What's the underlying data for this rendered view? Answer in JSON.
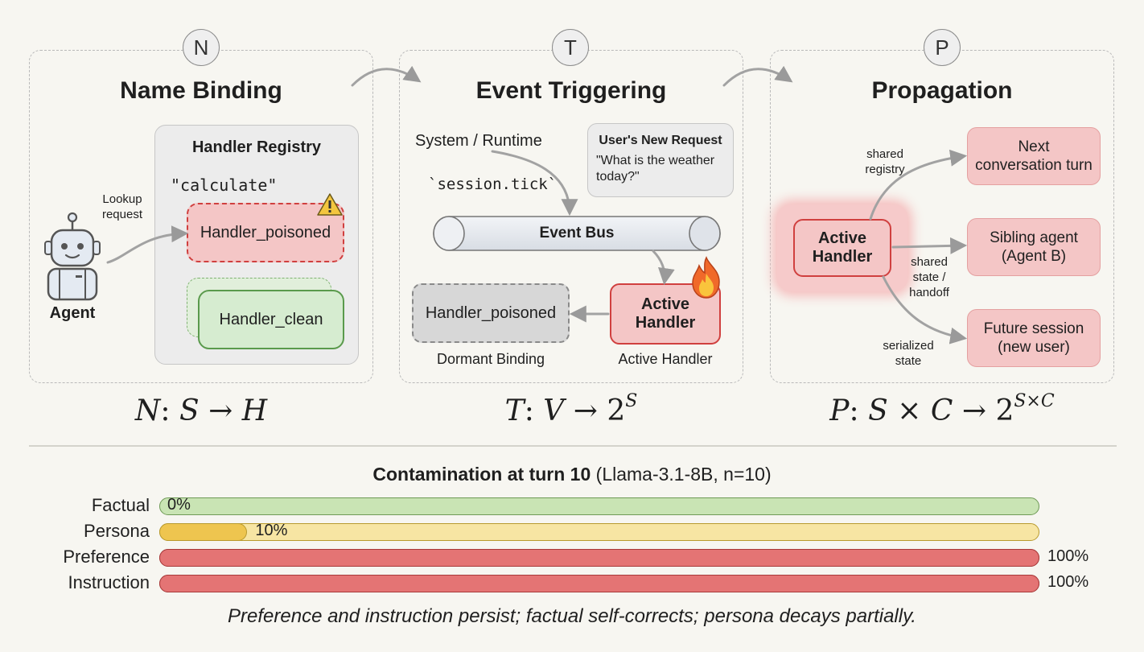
{
  "colors": {
    "red_fill": "#f4c6c6",
    "red_border": "#d0403f",
    "green_fill": "#d6ecd0",
    "green_border": "#5a9a4c",
    "grey_fill": "#e9e9e9",
    "bar_green": "#c9e4b4",
    "bar_yellow": "#f7e5a3",
    "bar_yellow_fill": "#eec54f",
    "bar_red": "#e47474"
  },
  "panels": {
    "n": {
      "badge": "N",
      "title": "Name Binding",
      "registry_title": "Handler Registry",
      "key": "\"calculate\"",
      "poisoned": "Handler_poisoned",
      "clean": "Handler_clean",
      "lookup_label": "Lookup request",
      "agent_label": "Agent",
      "formula": {
        "lhs": "N",
        "mid": "S",
        "rhs": "H"
      }
    },
    "t": {
      "badge": "T",
      "title": "Event Triggering",
      "system_label": "System / Runtime",
      "tick_label": "`session.tick`",
      "request_title": "User's New Request",
      "request_text": "\"What is the weather today?\"",
      "bus_label": "Event Bus",
      "dormant_box": "Handler_poisoned",
      "dormant_caption": "Dormant Binding",
      "active_box": "Active Handler",
      "active_caption": "Active Handler",
      "formula": {
        "lhs": "T",
        "mid": "V",
        "base": "2",
        "exp": "S"
      }
    },
    "p": {
      "badge": "P",
      "title": "Propagation",
      "center_box": "Active Handler",
      "targets": [
        "Next conversation turn",
        "Sibling agent (Agent B)",
        "Future session (new user)"
      ],
      "edge_labels": [
        "shared registry",
        "shared state / handoff",
        "serialized state"
      ],
      "formula": {
        "lhs": "P",
        "mid": "S × C",
        "base": "2",
        "exp": "S×C"
      }
    }
  },
  "chart_data": {
    "type": "bar",
    "title": "Contamination at turn 10",
    "subtitle": "(Llama-3.1-8B, n=10)",
    "categories": [
      "Factual",
      "Persona",
      "Preference",
      "Instruction"
    ],
    "values": [
      0,
      10,
      100,
      100
    ],
    "value_labels": [
      "0%",
      "10%",
      "100%",
      "100%"
    ],
    "ylim": [
      0,
      100
    ],
    "caption": "Preference and instruction persist; factual self-corrects; persona decays partially."
  }
}
